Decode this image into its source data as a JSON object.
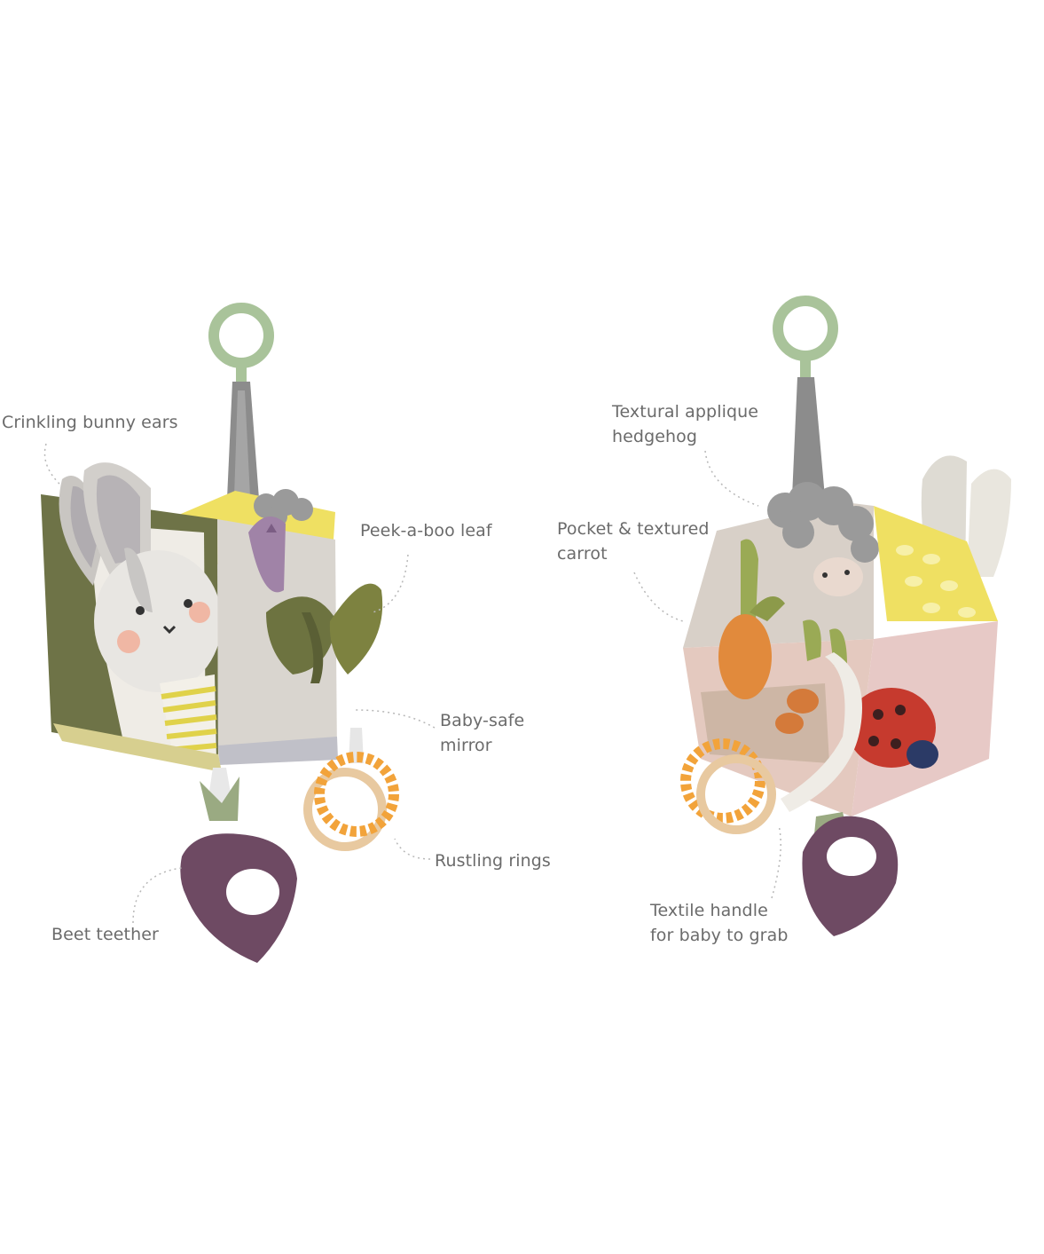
{
  "callouts": {
    "left": {
      "bunny_ears": "Crinkling bunny ears",
      "peekaboo_leaf": "Peek-a-boo leaf",
      "mirror_line1": "Baby-safe",
      "mirror_line2": "mirror",
      "rings": "Rustling rings",
      "beet": "Beet teether"
    },
    "right": {
      "hedgehog_line1": "Textural applique",
      "hedgehog_line2": "hedgehog",
      "pocket_line1": "Pocket & textured",
      "pocket_line2": "carrot",
      "handle_line1": "Textile handle",
      "handle_line2": "for baby to grab"
    }
  },
  "colors": {
    "link_ring": "#a9c39a",
    "cube_olive": "#6e7347",
    "cube_grey": "#d8d4cf",
    "beet_purple": "#6e4a63",
    "teether_orange": "#f2a33a",
    "yellow_face": "#efe062",
    "pink_face": "#e4c9bf",
    "ladybug_red": "#c63a2e"
  }
}
